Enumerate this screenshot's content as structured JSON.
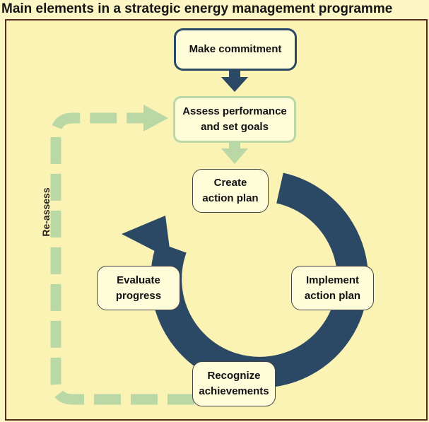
{
  "title": "Main elements in a strategic energy management programme",
  "colors": {
    "background": "#fbf3b4",
    "frame_border": "#5a2a1c",
    "cycle_arrow": "#2b4864",
    "feedback_arrow": "#b9d8a6",
    "box_fill": "#fffcd9"
  },
  "nodes": {
    "make_commitment": "Make commitment",
    "assess_performance": "Assess performance\nand set goals",
    "create_action_plan": "Create\naction plan",
    "implement_action_plan": "Implement\naction plan",
    "recognize_achievements": "Recognize\nachievements",
    "evaluate_progress": "Evaluate\nprogress"
  },
  "feedback_label": "Re-assess"
}
